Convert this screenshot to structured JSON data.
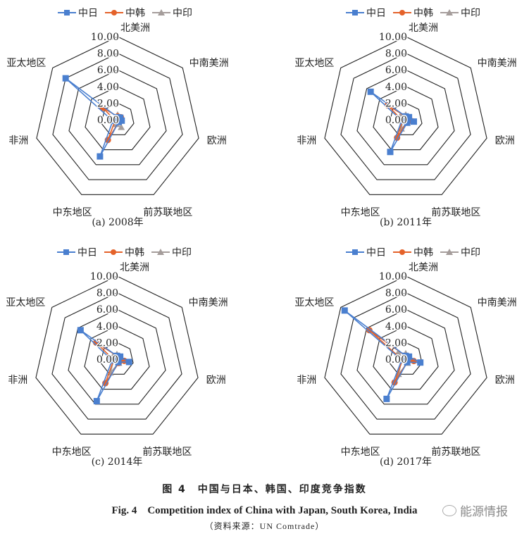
{
  "chart_data": [
    {
      "type": "radar",
      "caption": "(a) 2008年",
      "axes": [
        "北美洲",
        "中南美洲",
        "欧洲",
        "前苏联地区",
        "中东地区",
        "非洲",
        "亚太地区"
      ],
      "range": [
        0,
        10
      ],
      "ticks": [
        "0.00",
        "2.00",
        "4.00",
        "6.00",
        "8.00",
        "10.00"
      ],
      "legend_position": "top",
      "series": [
        {
          "name": "中日",
          "values": [
            0.3,
            0.4,
            0.5,
            0.3,
            4.9,
            0.6,
            8.0
          ]
        },
        {
          "name": "中韩",
          "values": [
            0.4,
            0.5,
            0.5,
            0.3,
            2.7,
            0.3,
            2.3
          ]
        },
        {
          "name": "中印",
          "values": [
            0.6,
            0.3,
            0.3,
            1.0,
            0.6,
            0.4,
            0.4
          ]
        }
      ]
    },
    {
      "type": "radar",
      "caption": "(b) 2011年",
      "axes": [
        "北美洲",
        "中南美洲",
        "欧洲",
        "前苏联地区",
        "中东地区",
        "非洲",
        "亚太地区"
      ],
      "range": [
        0,
        10
      ],
      "ticks": [
        "0.00",
        "2.00",
        "4.00",
        "6.00",
        "8.00",
        "10.00"
      ],
      "legend_position": "top",
      "series": [
        {
          "name": "中日",
          "values": [
            0.4,
            0.5,
            1.0,
            0.4,
            4.3,
            0.5,
            5.4
          ]
        },
        {
          "name": "中韩",
          "values": [
            0.4,
            0.5,
            0.8,
            0.3,
            2.4,
            0.4,
            2.8
          ]
        },
        {
          "name": "中印",
          "values": [
            0.6,
            0.4,
            0.4,
            0.4,
            1.2,
            0.4,
            0.8
          ]
        }
      ]
    },
    {
      "type": "radar",
      "caption": "(c) 2014年",
      "axes": [
        "北美洲",
        "中南美洲",
        "欧洲",
        "前苏联地区",
        "中东地区",
        "非洲",
        "亚太地区"
      ],
      "range": [
        0,
        10
      ],
      "ticks": [
        "0.00",
        "2.00",
        "4.00",
        "6.00",
        "8.00",
        "10.00"
      ],
      "legend_position": "top",
      "series": [
        {
          "name": "中日",
          "values": [
            0.4,
            0.5,
            1.5,
            0.4,
            5.6,
            0.6,
            5.6
          ]
        },
        {
          "name": "中韩",
          "values": [
            0.4,
            0.5,
            0.9,
            0.5,
            3.2,
            0.4,
            3.2
          ]
        },
        {
          "name": "中印",
          "values": [
            0.6,
            0.4,
            0.5,
            0.5,
            1.8,
            0.4,
            0.6
          ]
        }
      ]
    },
    {
      "type": "radar",
      "caption": "(d) 2017年",
      "axes": [
        "北美洲",
        "中南美洲",
        "欧洲",
        "前苏联地区",
        "中东地区",
        "非洲",
        "亚太地区"
      ],
      "range": [
        0,
        10
      ],
      "ticks": [
        "0.00",
        "2.00",
        "4.00",
        "6.00",
        "8.00",
        "10.00"
      ],
      "legend_position": "top",
      "series": [
        {
          "name": "中日",
          "values": [
            0.4,
            0.5,
            1.8,
            0.4,
            5.3,
            0.5,
            9.4
          ]
        },
        {
          "name": "中韩",
          "values": [
            0.4,
            0.5,
            1.0,
            0.4,
            3.1,
            0.4,
            5.6
          ]
        },
        {
          "name": "中印",
          "values": [
            0.7,
            0.4,
            0.5,
            0.5,
            2.0,
            0.5,
            1.2
          ]
        }
      ]
    }
  ],
  "colors": {
    "中日": "#4a7fcf",
    "中韩": "#e4622a",
    "中印": "#a59d9b"
  },
  "markers": {
    "中日": "square",
    "中韩": "circle",
    "中印": "triangle"
  },
  "figure": {
    "title_cn": "图 4　中国与日本、韩国、印度竞争指数",
    "title_en": "Fig. 4　Competition index of China with Japan, South Korea, India",
    "source": "（资料来源：UN Comtrade）",
    "watermark": "能源情报"
  }
}
